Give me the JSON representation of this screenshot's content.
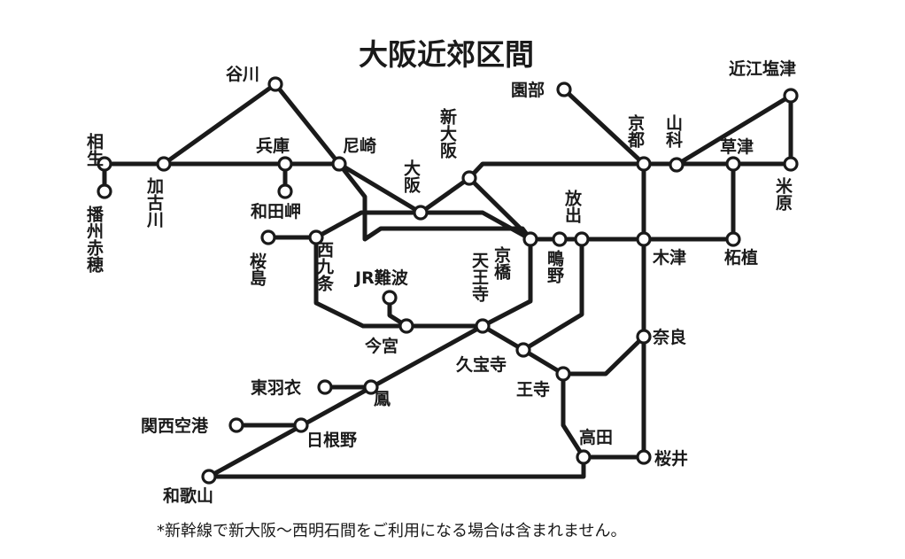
{
  "title": "大阪近郊区間",
  "footnote": "*新幹線で新大阪〜西明石間をご利用になる場合は含まれません。",
  "stations": {
    "aioi": "相生",
    "banshu_ako": "播州赤穂",
    "kakogawa": "加古川",
    "tanigawa": "谷川",
    "hyogo": "兵庫",
    "wadamisaki": "和田岬",
    "amagasaki": "尼崎",
    "osaka": "大阪",
    "shin_osaka": "新大阪",
    "sakurajima": "桜島",
    "nishikujo": "西九条",
    "jr_namba": "JR難波",
    "imamiya": "今宮",
    "tennoji": "天王寺",
    "kyobashi": "京橋",
    "hanaten": "放出",
    "shigino": "鴫野",
    "kyoto": "京都",
    "yamashina": "山科",
    "kusatsu": "草津",
    "omi_shiotsu": "近江塩津",
    "maibara": "米原",
    "sonobe": "園部",
    "kizu": "木津",
    "tsuge": "柘植",
    "nara": "奈良",
    "kudaraji": "久宝寺",
    "oji": "王寺",
    "takada": "高田",
    "sakurai": "桜井",
    "higashihagoromo": "東羽衣",
    "otori": "鳳",
    "kansai_airport": "関西空港",
    "hineno": "日根野",
    "wakayama": "和歌山"
  }
}
